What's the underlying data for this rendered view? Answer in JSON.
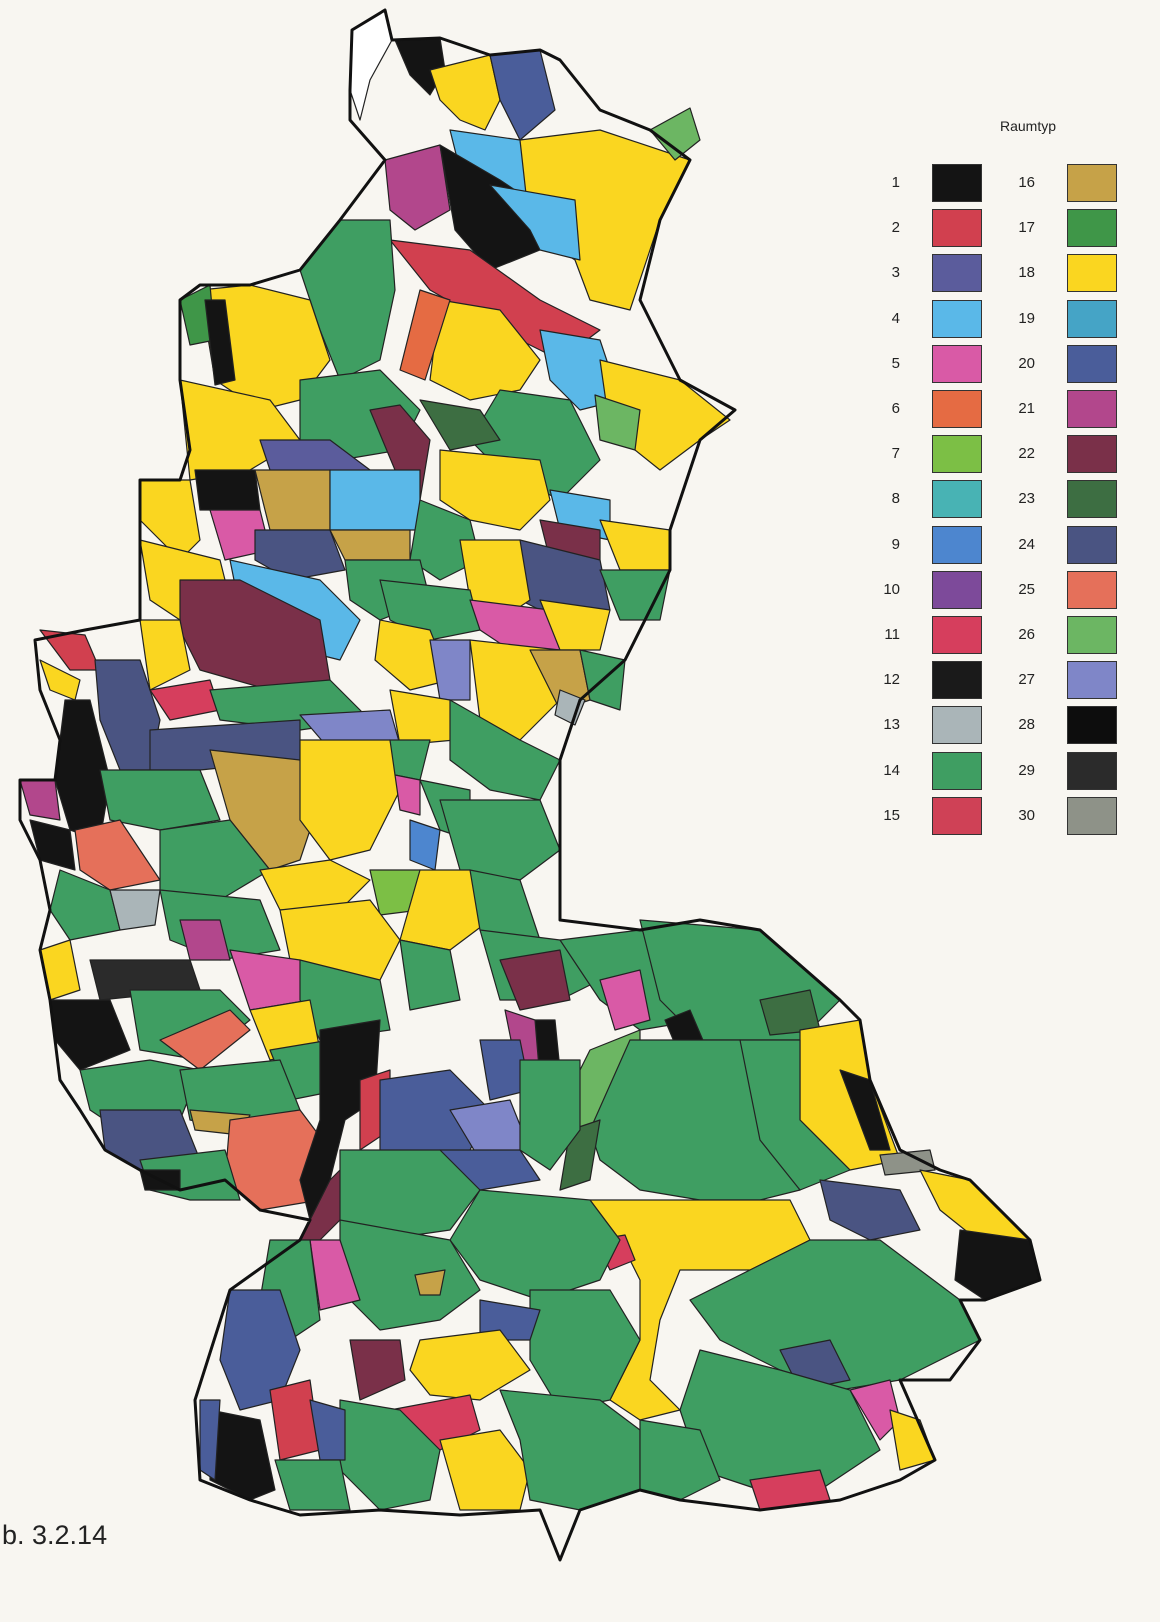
{
  "legend": {
    "title": "Raumtyp",
    "items": [
      {
        "n": "1",
        "color": "#141414"
      },
      {
        "n": "2",
        "color": "#d1404f"
      },
      {
        "n": "3",
        "color": "#5b5c9c"
      },
      {
        "n": "4",
        "color": "#5ab8e8"
      },
      {
        "n": "5",
        "color": "#d95aa6"
      },
      {
        "n": "6",
        "color": "#e56b43"
      },
      {
        "n": "7",
        "color": "#7cbf45"
      },
      {
        "n": "8",
        "color": "#48b3b4"
      },
      {
        "n": "9",
        "color": "#4d86cf"
      },
      {
        "n": "10",
        "color": "#7d4a9a"
      },
      {
        "n": "11",
        "color": "#d63e5d"
      },
      {
        "n": "12",
        "color": "#1a1a1a"
      },
      {
        "n": "13",
        "color": "#aab5b8"
      },
      {
        "n": "14",
        "color": "#3f9e62"
      },
      {
        "n": "15",
        "color": "#cf4156"
      },
      {
        "n": "16",
        "color": "#c6a248"
      },
      {
        "n": "17",
        "color": "#3f9648"
      },
      {
        "n": "18",
        "color": "#fad620"
      },
      {
        "n": "19",
        "color": "#45a4c6"
      },
      {
        "n": "20",
        "color": "#4a5d9a"
      },
      {
        "n": "21",
        "color": "#b2478c"
      },
      {
        "n": "22",
        "color": "#7a3049"
      },
      {
        "n": "23",
        "color": "#3d6e42"
      },
      {
        "n": "24",
        "color": "#4a5482"
      },
      {
        "n": "25",
        "color": "#e5705a"
      },
      {
        "n": "26",
        "color": "#6cb663"
      },
      {
        "n": "27",
        "color": "#7f86c8"
      },
      {
        "n": "28",
        "color": "#0d0d0d"
      },
      {
        "n": "29",
        "color": "#2b2b2b"
      },
      {
        "n": "30",
        "color": "#8e9288"
      }
    ]
  },
  "caption": "b. 3.2.14"
}
